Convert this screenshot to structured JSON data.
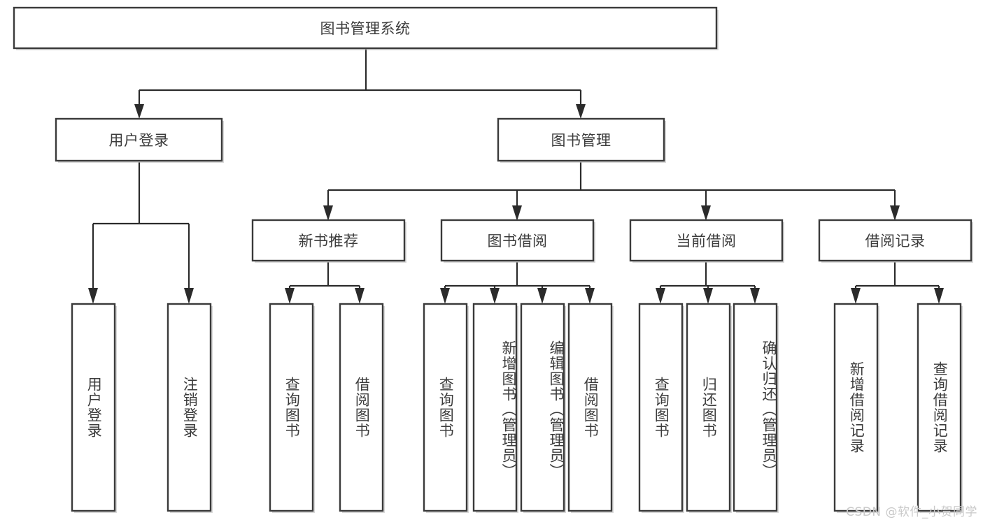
{
  "diagram": {
    "title": "图书管理系统",
    "type": "tree",
    "watermark": "CSDN @软件_小贺同学",
    "colors": {
      "box_stroke": "#3a3a3a",
      "connector": "#2b2b2b",
      "text": "#3c3c3c",
      "background": "#ffffff",
      "watermark": "#c9c9c9"
    },
    "nodes": {
      "root": {
        "label": "图书管理系统",
        "level": 1,
        "orientation": "horizontal"
      },
      "l2": [
        {
          "label": "用户登录",
          "orientation": "horizontal"
        },
        {
          "label": "图书管理",
          "orientation": "horizontal"
        }
      ],
      "l3": [
        {
          "label": "新书推荐",
          "orientation": "horizontal"
        },
        {
          "label": "图书借阅",
          "orientation": "horizontal"
        },
        {
          "label": "当前借阅",
          "orientation": "horizontal"
        },
        {
          "label": "借阅记录",
          "orientation": "horizontal"
        }
      ],
      "leaves": {
        "user_login": [
          {
            "label": "用户登录",
            "orientation": "vertical"
          },
          {
            "label": "注销登录",
            "orientation": "vertical"
          }
        ],
        "new_book_rec": [
          {
            "label": "查询图书",
            "orientation": "vertical"
          },
          {
            "label": "借阅图书",
            "orientation": "vertical"
          }
        ],
        "book_borrow": [
          {
            "label": "查询图书",
            "orientation": "vertical"
          },
          {
            "label": "新增图书（管理员）",
            "orientation": "vertical"
          },
          {
            "label": "编辑图书（管理员）",
            "orientation": "vertical"
          },
          {
            "label": "借阅图书",
            "orientation": "vertical"
          }
        ],
        "current_borrow": [
          {
            "label": "查询图书",
            "orientation": "vertical"
          },
          {
            "label": "归还图书",
            "orientation": "vertical"
          },
          {
            "label": "确认归还（管理员）",
            "orientation": "vertical"
          }
        ],
        "borrow_record": [
          {
            "label": "新增借阅记录",
            "orientation": "vertical"
          },
          {
            "label": "查询借阅记录",
            "orientation": "vertical"
          }
        ]
      }
    }
  }
}
